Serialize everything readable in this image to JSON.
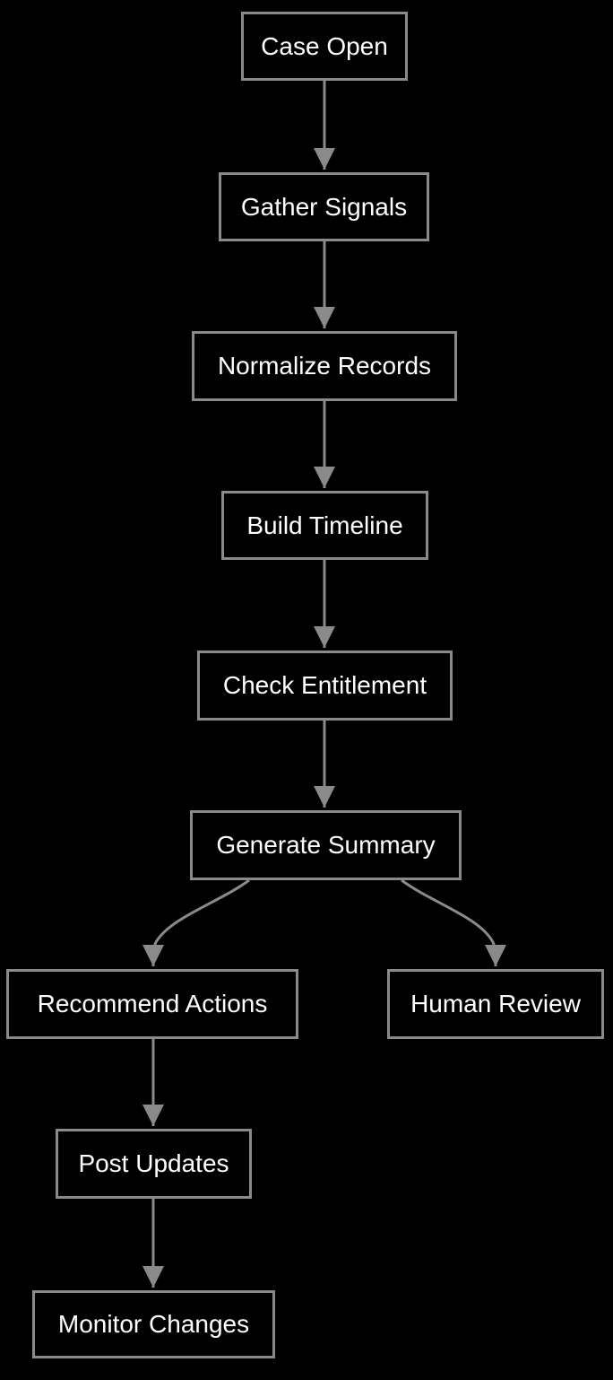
{
  "colors": {
    "background": "#000000",
    "node_fill": "#000000",
    "node_border": "#8a8a8a",
    "edge": "#8a8a8a",
    "text": "#ffffff"
  },
  "nodes": [
    {
      "id": "case-open",
      "label": "Case Open"
    },
    {
      "id": "gather-signals",
      "label": "Gather Signals"
    },
    {
      "id": "normalize-records",
      "label": "Normalize Records"
    },
    {
      "id": "build-timeline",
      "label": "Build Timeline"
    },
    {
      "id": "check-entitlement",
      "label": "Check Entitlement"
    },
    {
      "id": "generate-summary",
      "label": "Generate Summary"
    },
    {
      "id": "recommend-actions",
      "label": "Recommend Actions"
    },
    {
      "id": "human-review",
      "label": "Human Review"
    },
    {
      "id": "post-updates",
      "label": "Post Updates"
    },
    {
      "id": "monitor-changes",
      "label": "Monitor Changes"
    }
  ],
  "edges": [
    {
      "from": "Case Open",
      "to": "Gather Signals"
    },
    {
      "from": "Gather Signals",
      "to": "Normalize Records"
    },
    {
      "from": "Normalize Records",
      "to": "Build Timeline"
    },
    {
      "from": "Build Timeline",
      "to": "Check Entitlement"
    },
    {
      "from": "Check Entitlement",
      "to": "Generate Summary"
    },
    {
      "from": "Generate Summary",
      "to": "Recommend Actions"
    },
    {
      "from": "Generate Summary",
      "to": "Human Review"
    },
    {
      "from": "Recommend Actions",
      "to": "Post Updates"
    },
    {
      "from": "Post Updates",
      "to": "Monitor Changes"
    }
  ]
}
